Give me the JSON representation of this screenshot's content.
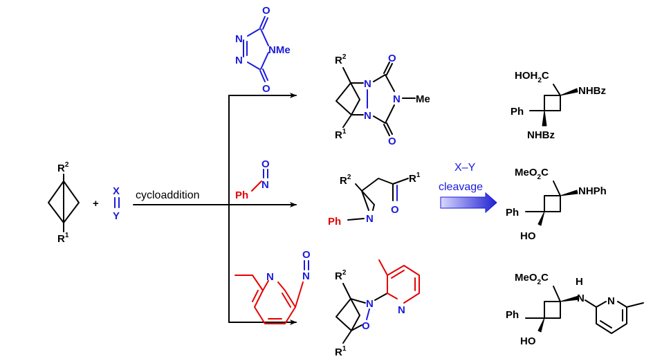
{
  "colors": {
    "reagent_atoms": "#1a1adc",
    "reagent_red": "#e60000",
    "bonds": "#000000",
    "cleavage_arrow": "#3a3adc"
  },
  "starting_material": {
    "top_sub": "R",
    "top_sup": "2",
    "bottom_sub": "R",
    "bottom_sup": "1"
  },
  "plus": "+",
  "reagent_xy": {
    "x": "X",
    "y": "Y"
  },
  "reaction": {
    "label": "cycloaddition"
  },
  "triazolinedione": {
    "n1": "N",
    "n2": "N",
    "o_top": "O",
    "o_bottom": "O",
    "nme": "NMe"
  },
  "nitrosobenzene": {
    "ph": "Ph",
    "n": "N",
    "o": "O"
  },
  "nitrosopyridine": {
    "n_ring": "N",
    "n": "N",
    "o": "O"
  },
  "product_1": {
    "r_top": "R",
    "r_top_sup": "2",
    "r_bottom": "R",
    "r_bottom_sup": "1",
    "n1": "N",
    "n2": "N",
    "n3": "N",
    "o1": "O",
    "o2": "O",
    "me": "Me"
  },
  "product_2": {
    "r2": "R",
    "r2_sup": "2",
    "r1": "R",
    "r1_sup": "1",
    "ph": "Ph",
    "n": "N",
    "o": "O"
  },
  "product_3": {
    "r_top": "R",
    "r_top_sup": "2",
    "r_bottom": "R",
    "r_bottom_sup": "1",
    "n": "N",
    "o": "O",
    "n_py": "N"
  },
  "cleavage": {
    "line1": "X–Y",
    "line2": "cleavage"
  },
  "final_1": {
    "hoh2c": "HOH",
    "hoh2c_sub": "2",
    "hoh2c_c": "C",
    "nhbz_right": "NHBz",
    "ph": "Ph",
    "nhbz_bottom": "NHBz"
  },
  "final_2": {
    "meo2c": "MeO",
    "meo2c_sub": "2",
    "meo2c_c": "C",
    "nhph": "NHPh",
    "ph": "Ph",
    "ho": "HO"
  },
  "final_3": {
    "meo2c": "MeO",
    "meo2c_sub": "2",
    "meo2c_c": "C",
    "h": "H",
    "n": "N",
    "n_py": "N",
    "ph": "Ph",
    "ho": "HO"
  }
}
